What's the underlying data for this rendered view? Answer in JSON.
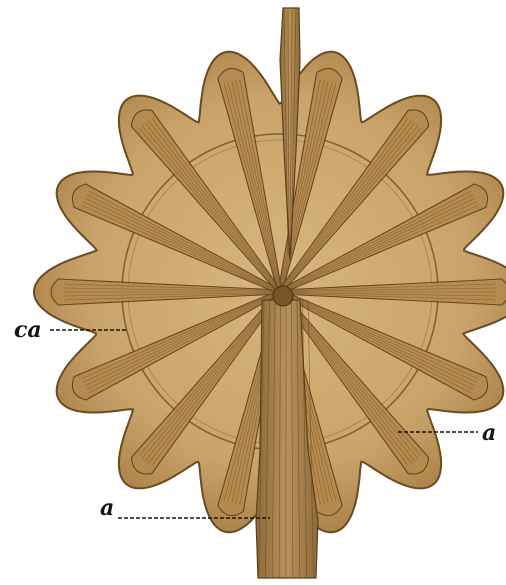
{
  "figure": {
    "colors": {
      "background": "#ffffff",
      "body_fill": "#c9a46a",
      "body_shade": "#a77f45",
      "outline": "#6b4a22",
      "ray_fill": "#b58a4f",
      "ray_line": "#5f3f1a",
      "stalk_fill": "#9c7a47",
      "label": "#1a1410"
    },
    "ray_count": 14
  },
  "labels": {
    "ca": "ca",
    "a_right": "a",
    "a_bottom": "a"
  }
}
